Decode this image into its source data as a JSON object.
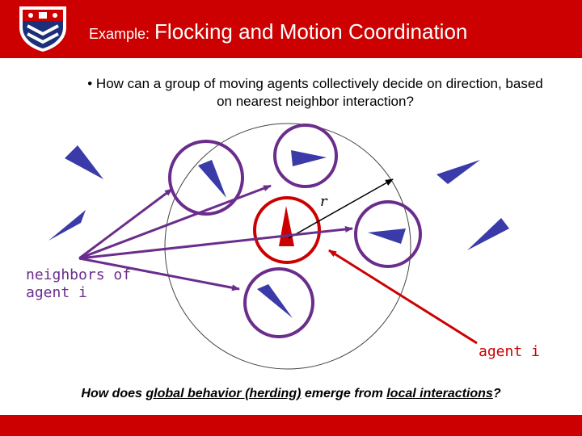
{
  "header": {
    "title_prefix": "Example:",
    "title_main": "Flocking and Motion Coordination",
    "logo_icon": "university-shield-icon",
    "bg_color": "#cc0000"
  },
  "bullet": {
    "text": "• How can a group of moving agents collectively decide on direction, based on nearest neighbor interaction?"
  },
  "diagram": {
    "radius_label": "r",
    "neighbors_label_line1": "neighbors of",
    "neighbors_label_line2": "agent i",
    "agent_label": "agent i",
    "colors": {
      "agent": "#cc0000",
      "neighbor": "#6b2d8c",
      "triangle": "#3a3aa8"
    }
  },
  "question": {
    "part1": "How does ",
    "part2": "global behavior (herding)",
    "part3": " emerge from ",
    "part4": "local interactions",
    "part5": "?"
  }
}
